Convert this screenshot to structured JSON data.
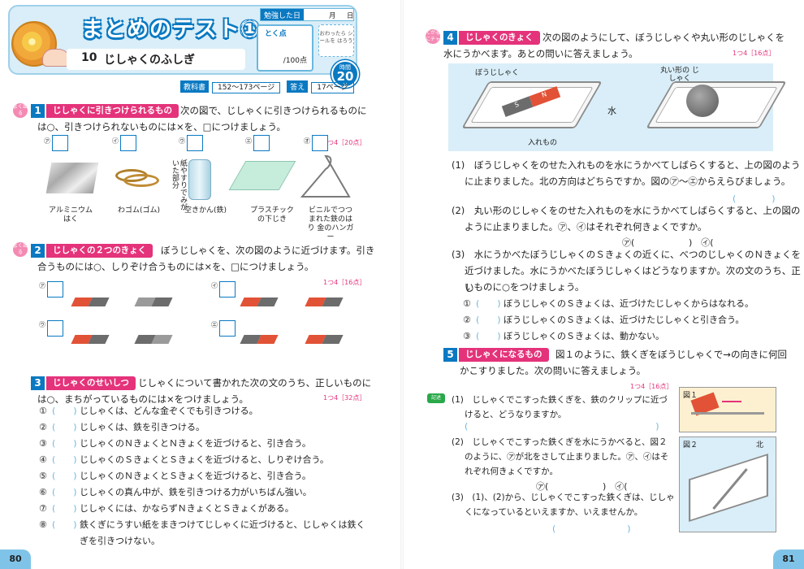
{
  "header": {
    "title": "まとめのテスト①",
    "unit_number": "10",
    "unit_title": "じしゃくのふしぎ",
    "study_date_label": "勉強した日",
    "month_label": "月",
    "day_label": "日",
    "score_label": "とく点",
    "score_max": "/100点",
    "sticker_text": "おわったら シールを はろう",
    "time_label": "時間",
    "time_value": "20",
    "time_unit": "分",
    "textbook_label": "教科書",
    "textbook_pages": "152～173ページ",
    "answer_label": "答え",
    "answer_page": "17ページ"
  },
  "q1": {
    "num": "1",
    "title": "じしゃくに引きつけられるもの",
    "badge": "よく出る",
    "text_line1": "次の図で、じしゃくに引きつけられるものに",
    "text_line2": "は○、引きつけられないものには×を、□につけましょう。",
    "points": "1つ4［20点］",
    "items": [
      {
        "mark": "㋐",
        "caption": "アルミニウム はく"
      },
      {
        "mark": "㋑",
        "caption": "わゴム(ゴム)"
      },
      {
        "mark": "㋒",
        "caption": "空きかん(鉄)"
      },
      {
        "mark": "㋓",
        "caption": "プラスチック の下じき"
      },
      {
        "mark": "㋔",
        "caption": "ビニルでつつ まれた鉄のはり 金のハンガー"
      }
    ],
    "can_note": "紙やすりでみがいた部分"
  },
  "q2": {
    "num": "2",
    "title": "じしゃくの２つのきょく",
    "badge": "よく出る",
    "text_line1": "ぼうじしゃくを、次の図のように近づけます。引き",
    "text_line2": "合うものには○、しりぞけ合うものには×を、□につけましょう。",
    "points": "1つ4［16点］",
    "marks": [
      "㋐",
      "㋑",
      "㋒",
      "㋓"
    ]
  },
  "q3": {
    "num": "3",
    "title": "じしゃくのせいしつ",
    "text_line1": "じしゃくについて書かれた次の文のうち、正しいものに",
    "text_line2": "は○、まちがっているものには×をつけましょう。",
    "points": "1つ4［32点］",
    "items": [
      {
        "n": "①",
        "text": "じしゃくは、どんな金ぞくでも引きつける。"
      },
      {
        "n": "②",
        "text": "じしゃくは、鉄を引きつける。"
      },
      {
        "n": "③",
        "text": "じしゃくのＮきょくとＮきょくを近づけると、引き合う。"
      },
      {
        "n": "④",
        "text": "じしゃくのＳきょくとＳきょくを近づけると、しりぞけ合う。"
      },
      {
        "n": "⑤",
        "text": "じしゃくのＮきょくとＳきょくを近づけると、引き合う。"
      },
      {
        "n": "⑥",
        "text": "じしゃくの真ん中が、鉄を引きつける力がいちばん強い。"
      },
      {
        "n": "⑦",
        "text": "じしゃくには、かならずＮきょくとＳきょくがある。"
      },
      {
        "n": "⑧",
        "text": "鉄くぎにうすい紙をまきつけてじしゃくに近づけると、じしゃくは鉄く"
      },
      {
        "n": "",
        "text": "ぎを引きつけない。"
      }
    ]
  },
  "q4": {
    "num": "4",
    "title": "じしゃくのきょく",
    "badge": "てがるにチャレンジ",
    "text_line1": "次の図のようにして、ぼうじしゃくや丸い形のじしゃくを",
    "text_line2": "水にうかべます。あとの問いに答えましょう。",
    "points": "1つ4［16点］",
    "fig_labels": {
      "bar": "ぼうじしゃく",
      "round": "丸い形の じしゃく",
      "water": "水",
      "container": "入れもの"
    },
    "sub1_line1": "(1)　ぼうじしゃくをのせた入れものを水にうかべてしばらくすると、上の図のよう",
    "sub1_line2": "に止まりました。北の方向はどちらですか。図の㋐～㋓からえらびましょう。",
    "sub2_line1": "(2)　丸い形のじしゃくをのせた入れものを水にうかべてしばらくすると、上の図の",
    "sub2_line2": "ように止まりました。㋐、㋑はそれぞれ何きょくですか。",
    "sub2_a": "㋐(",
    "sub2_b": ")　㋑(",
    "sub3_line1": "(3)　水にうかべたぼうじしゃくのＳきょくの近くに、べつのじしゃくのＮきょくを",
    "sub3_line2": "近づけました。水にうかべたぼうじしゃくはどうなりますか。次の文のうち、正し",
    "sub3_line3": "いものに○をつけましょう。",
    "choices": [
      {
        "n": "①",
        "text": "ぼうじしゃくのＳきょくは、近づけたじしゃくからはなれる。"
      },
      {
        "n": "②",
        "text": "ぼうじしゃくのＳきょくは、近づけたじしゃくと引き合う。"
      },
      {
        "n": "③",
        "text": "ぼうじしゃくのＳきょくは、動かない。"
      }
    ]
  },
  "q5": {
    "num": "5",
    "title": "じしゃくになるもの",
    "badge": "記述",
    "text_line1": "図１のように、鉄くぎをぼうじしゃくで→の向きに何回",
    "text_line2": "かこすりました。次の問いに答えましょう。",
    "points": "1つ4［16点］",
    "sub1_line1": "(1)　じしゃくでこすった鉄くぎを、鉄のクリップに近づ",
    "sub1_line2": "けると、どうなりますか。",
    "sub2_line1": "(2)　じしゃくでこすった鉄くぎを水にうかべると、図２",
    "sub2_line2": "のように、㋐が北をさして止まりました。㋐、㋑はそ",
    "sub2_line3": "れぞれ何きょくですか。",
    "sub2_a": "㋐(",
    "sub2_b": ")　㋑(",
    "sub3_line1": "(3)　(1)、(2)から、じしゃくでこすった鉄くぎは、じしゃ",
    "sub3_line2": "くになっているといえますか、いえませんか。",
    "fig1_label": "図１",
    "fig2_label": "図２",
    "north_label": "北"
  },
  "footer": {
    "left_page": "80",
    "right_page": "81"
  },
  "colors": {
    "accent_blue": "#0a79c2",
    "accent_pink": "#e4337a",
    "figure_bg": "#d9eef8"
  }
}
